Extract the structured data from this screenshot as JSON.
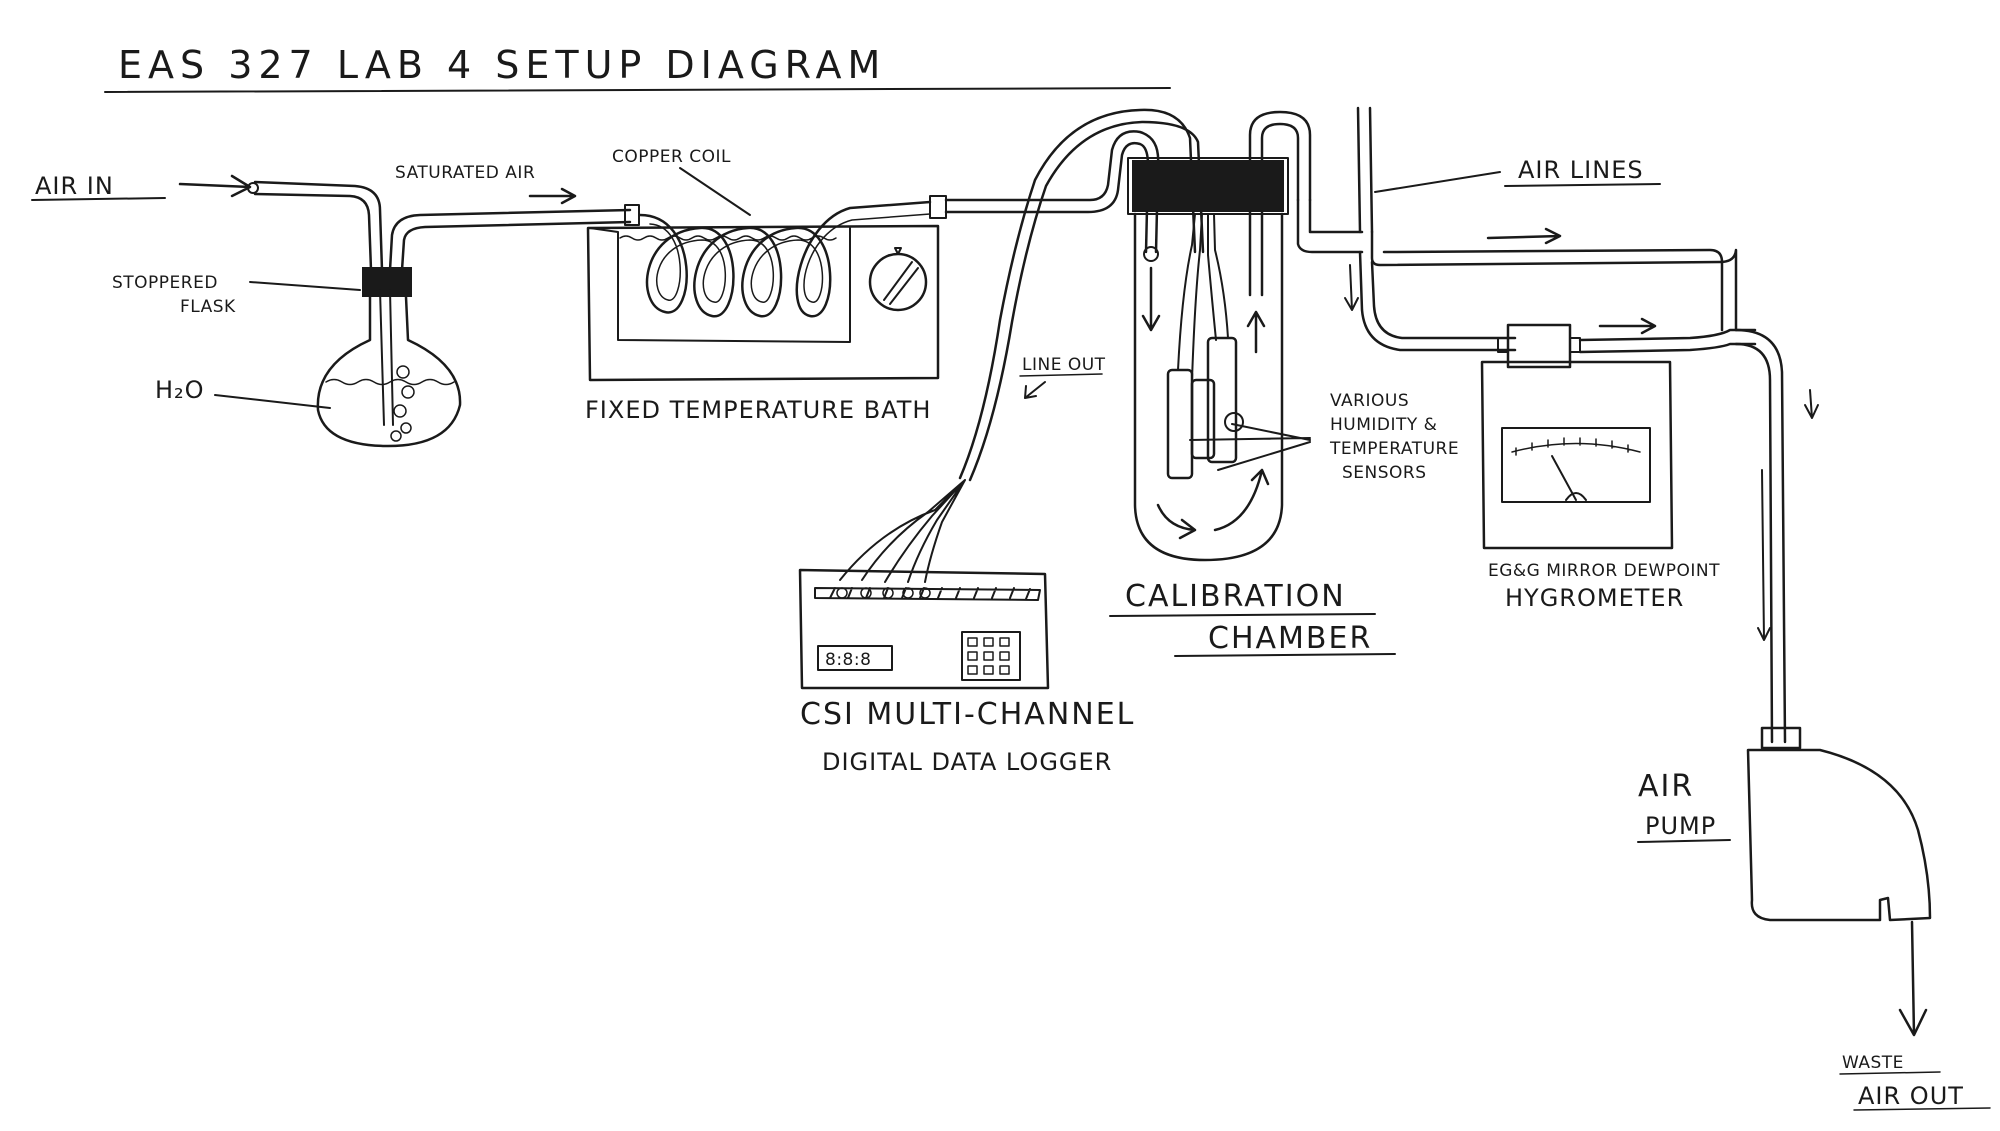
{
  "title": "EAS 327 LAB 4 SETUP DIAGRAM",
  "labels": {
    "air_in": "AIR IN",
    "saturated_air": "SATURATED AIR",
    "copper_coil": "COPPER COIL",
    "stoppered_flask_1": "STOPPERED",
    "stoppered_flask_2": "FLASK",
    "h2o": "H₂O",
    "fixed_temperature_bath": "FIXED TEMPERATURE BATH",
    "line_out": "LINE OUT",
    "data_logger_1": "CSI MULTI-CHANNEL",
    "data_logger_2": "DIGITAL DATA LOGGER",
    "calibration_chamber_1": "CALIBRATION",
    "calibration_chamber_2": "CHAMBER",
    "sensors_1": "VARIOUS",
    "sensors_2": "HUMIDITY &",
    "sensors_3": "TEMPERATURE",
    "sensors_4": "SENSORS",
    "air_lines": "AIR LINES",
    "hygrometer_1": "EG&G MIRROR DEWPOINT",
    "hygrometer_2": "HYGROMETER",
    "air_pump_1": "AIR",
    "air_pump_2": "PUMP",
    "waste_air_out_1": "WASTE",
    "waste_air_out_2": "AIR OUT",
    "logger_display": "8:8:8"
  }
}
